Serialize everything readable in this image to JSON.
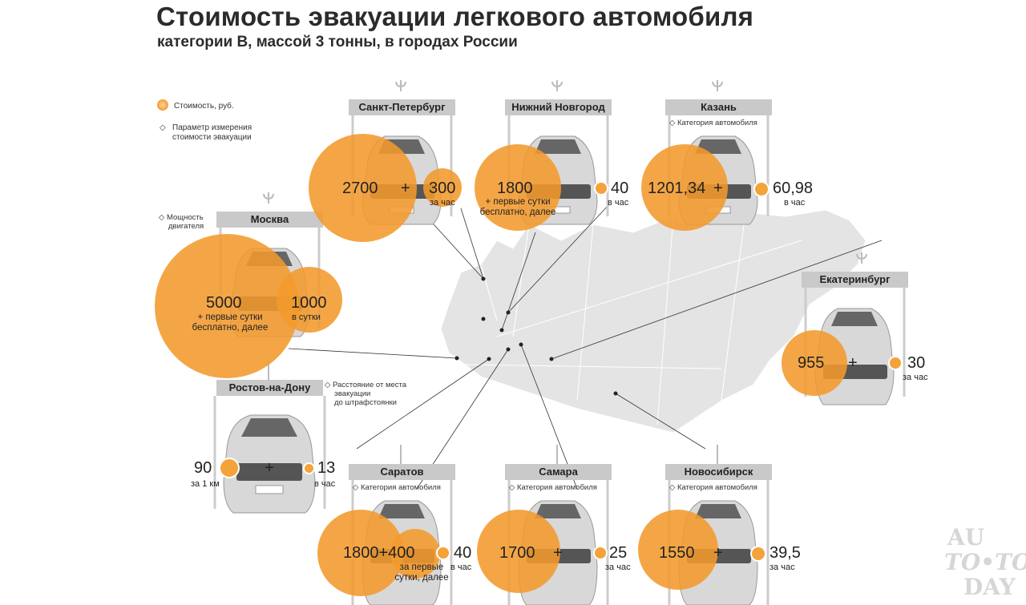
{
  "header": {
    "title": "Стоимость эвакуации легкового автомобиля",
    "subtitle": "категории B, массой 3 тонны, в городах России"
  },
  "legend": {
    "cost": "Стоимость, руб.",
    "param_line1": "Параметр измерения",
    "param_line2": "стоимости эвакуации"
  },
  "colors": {
    "accent": "#f39a2c",
    "label_bg": "#c9c9c9",
    "map": "#e6e6e6"
  },
  "cities": {
    "spb": {
      "name": "Санкт-Петербург",
      "value1": "2700",
      "op": "+",
      "value2": "300",
      "unit2": "за час"
    },
    "nn": {
      "name": "Нижний Новгород",
      "value1": "1800",
      "note1": "+ первые сутки",
      "note2": "бесплатно, далее",
      "value2": "40",
      "unit2": "в час"
    },
    "kazan": {
      "name": "Казань",
      "param": "Категория автомобиля",
      "value1": "1201,34",
      "op": "+",
      "value2": "60,98",
      "unit2": "в час"
    },
    "moscow": {
      "name": "Москва",
      "param1": "Мощность",
      "param2": "двигателя",
      "value1": "5000",
      "note1": "+ первые сутки",
      "note2": "бесплатно, далее",
      "value2": "1000",
      "unit2": "в сутки"
    },
    "ekb": {
      "name": "Екатеринбург",
      "value1": "955",
      "op": "+",
      "value2": "30",
      "unit2": "за час"
    },
    "rostov": {
      "name": "Ростов-на-Дону",
      "param1": "Расстояние от места",
      "param2": "эвакуации",
      "param3": "до штрафстоянки",
      "value1": "90",
      "unit1": "за 1 км",
      "op": "+",
      "value2": "13",
      "unit2": "в час"
    },
    "saratov": {
      "name": "Саратов",
      "param": "Категория автомобиля",
      "value1": "1800+400",
      "note1": "за первые",
      "note2": "сутки, далее",
      "value2": "40",
      "unit2": "в час"
    },
    "samara": {
      "name": "Самара",
      "param": "Категория автомобиля",
      "value1": "1700",
      "op": "+",
      "value2": "25",
      "unit2": "за час"
    },
    "novosibirsk": {
      "name": "Новосибирск",
      "param": "Категория автомобиля",
      "value1": "1550",
      "op": "+",
      "value2": "39,5",
      "unit2": "за час"
    }
  },
  "watermark": {
    "line1": "AU",
    "line2": "TO•TO",
    "line3": "DAY"
  }
}
